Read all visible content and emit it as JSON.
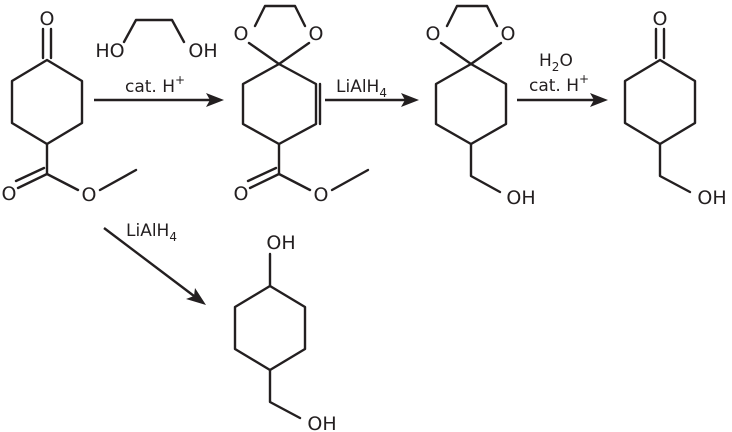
{
  "atoms": {
    "O": "O",
    "HO": "HO",
    "OH": "OH"
  },
  "reagents": {
    "step1_reagent": {
      "main": "cat. H",
      "sup": "+"
    },
    "step2_reagent": {
      "main": "LiAlH",
      "sub": "4"
    },
    "step3_reagent_line1": {
      "main": "H",
      "sub": "2",
      "tail": "O"
    },
    "step3_reagent_line2": {
      "main": "cat. H",
      "sup": "+"
    },
    "branch_reagent": {
      "main": "LiAlH",
      "sub": "4"
    }
  },
  "molecules": [
    "methyl-4-oxocyclohexanecarboxylate",
    "ethylene-glycol",
    "ketal-ester",
    "ketal-alcohol",
    "4-hydroxymethyl-cyclohexanone",
    "4-hydroxymethyl-cyclohexanol"
  ]
}
